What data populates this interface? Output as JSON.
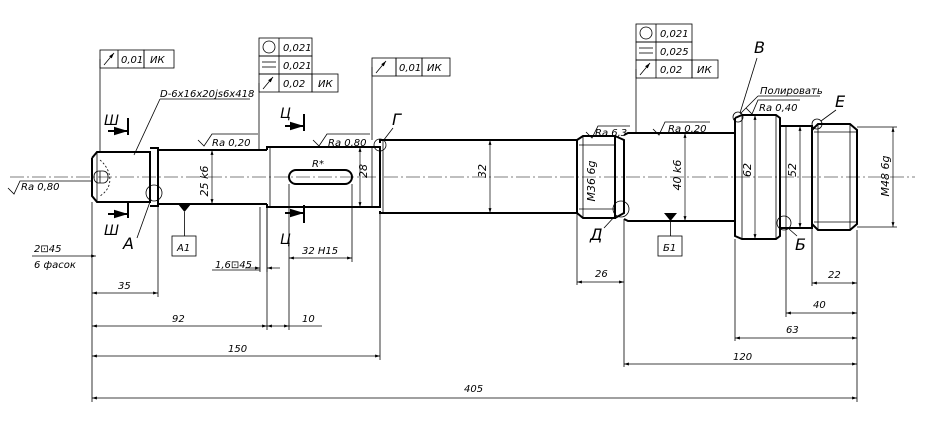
{
  "tolerances": {
    "left_runout": {
      "value": "0,01",
      "base": "ИК"
    },
    "neck_frame": {
      "v1": "0,021",
      "v2": "0,021",
      "v3": "0,02",
      "base": "ИК"
    },
    "shoulder_runout": {
      "value": "0,01",
      "base": "ИК"
    },
    "right_frame": {
      "v1": "0,021",
      "v2": "0,025",
      "v3": "0,02",
      "base": "ИК"
    }
  },
  "notes": {
    "spline": "D-6x16x20js6x418",
    "polish": "Полировать",
    "chamfers_1": "2⊡45",
    "chamfers_2": "6 фасок",
    "groove_chamfer": "1,6⊡45",
    "radius": "R*"
  },
  "roughness": {
    "r1": "Ra 0,20",
    "r2": "Ra 0,80",
    "r3": "Ra 6,3",
    "r4": "Ra 0,20",
    "r5": "Ra 0,40",
    "r6": "Ra 0,80"
  },
  "section_labels": {
    "sh1": "Ш",
    "sh2": "Ш",
    "ts1": "Ц",
    "ts2": "Ц"
  },
  "letters": {
    "A": "А",
    "G": "Г",
    "D": "Д",
    "V": "В",
    "B": "Б",
    "E": "Е"
  },
  "datums": {
    "a1": "A1",
    "b1": "Б1"
  },
  "diameters": {
    "d25": "25 k6",
    "d28": "28",
    "d32": "32",
    "m36": "M36 6g",
    "d40": "40 k6",
    "d62": "62",
    "d52": "52",
    "m48": "M48 6g"
  },
  "dimensions": {
    "d35": "35",
    "d92": "92",
    "d10": "10",
    "d32h15": "32 H15",
    "d150": "150",
    "d405": "405",
    "d26": "26",
    "d120": "120",
    "d22": "22",
    "d40": "40",
    "d63": "63"
  }
}
